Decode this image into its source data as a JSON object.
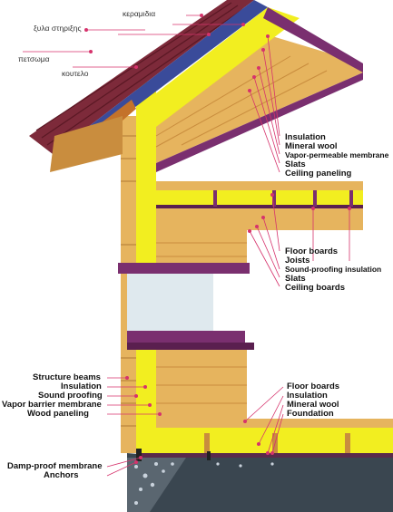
{
  "colors": {
    "roof_tiles": "#7d2a3a",
    "rafters": "#c4722a",
    "insulation": "#f2ee20",
    "wood": "#e6b45e",
    "wood_dark": "#c98d3e",
    "membrane": "#7a2f6f",
    "concrete": "#3a4650",
    "callout": "#d6336c"
  },
  "labels": {
    "roof": {
      "keramidia": "κεραμιδια",
      "xyla_stirixis": "ξυλα στηριξης",
      "petsoma": "πετσωμα",
      "koutelo": "κουτελο"
    },
    "ceiling": {
      "insulation": "Insulation",
      "mineral_wool": "Mineral wool",
      "vapor_permeable_membrane": "Vapor-permeable membrane",
      "slats": "Slats",
      "ceiling_paneling": "Ceiling paneling"
    },
    "floor": {
      "floor_boards": "Floor boards",
      "joists": "Joists",
      "sound_proofing_insulation": "Sound-proofing insulation",
      "slats": "Slats",
      "ceiling_boards": "Ceiling boards"
    },
    "wall": {
      "structure_beams": "Structure beams",
      "insulation": "Insulation",
      "sound_proofing": "Sound proofing",
      "vapor_barrier_membrane": "Vapor barrier membrane",
      "wood_paneling": "Wood paneling"
    },
    "ground": {
      "floor_boards": "Floor boards",
      "insulation": "Insulation",
      "mineral_wool": "Mineral wool",
      "foundation": "Foundation"
    },
    "base": {
      "damp_proof_membrane": "Damp-proof membrane",
      "anchors": "Anchors"
    }
  }
}
